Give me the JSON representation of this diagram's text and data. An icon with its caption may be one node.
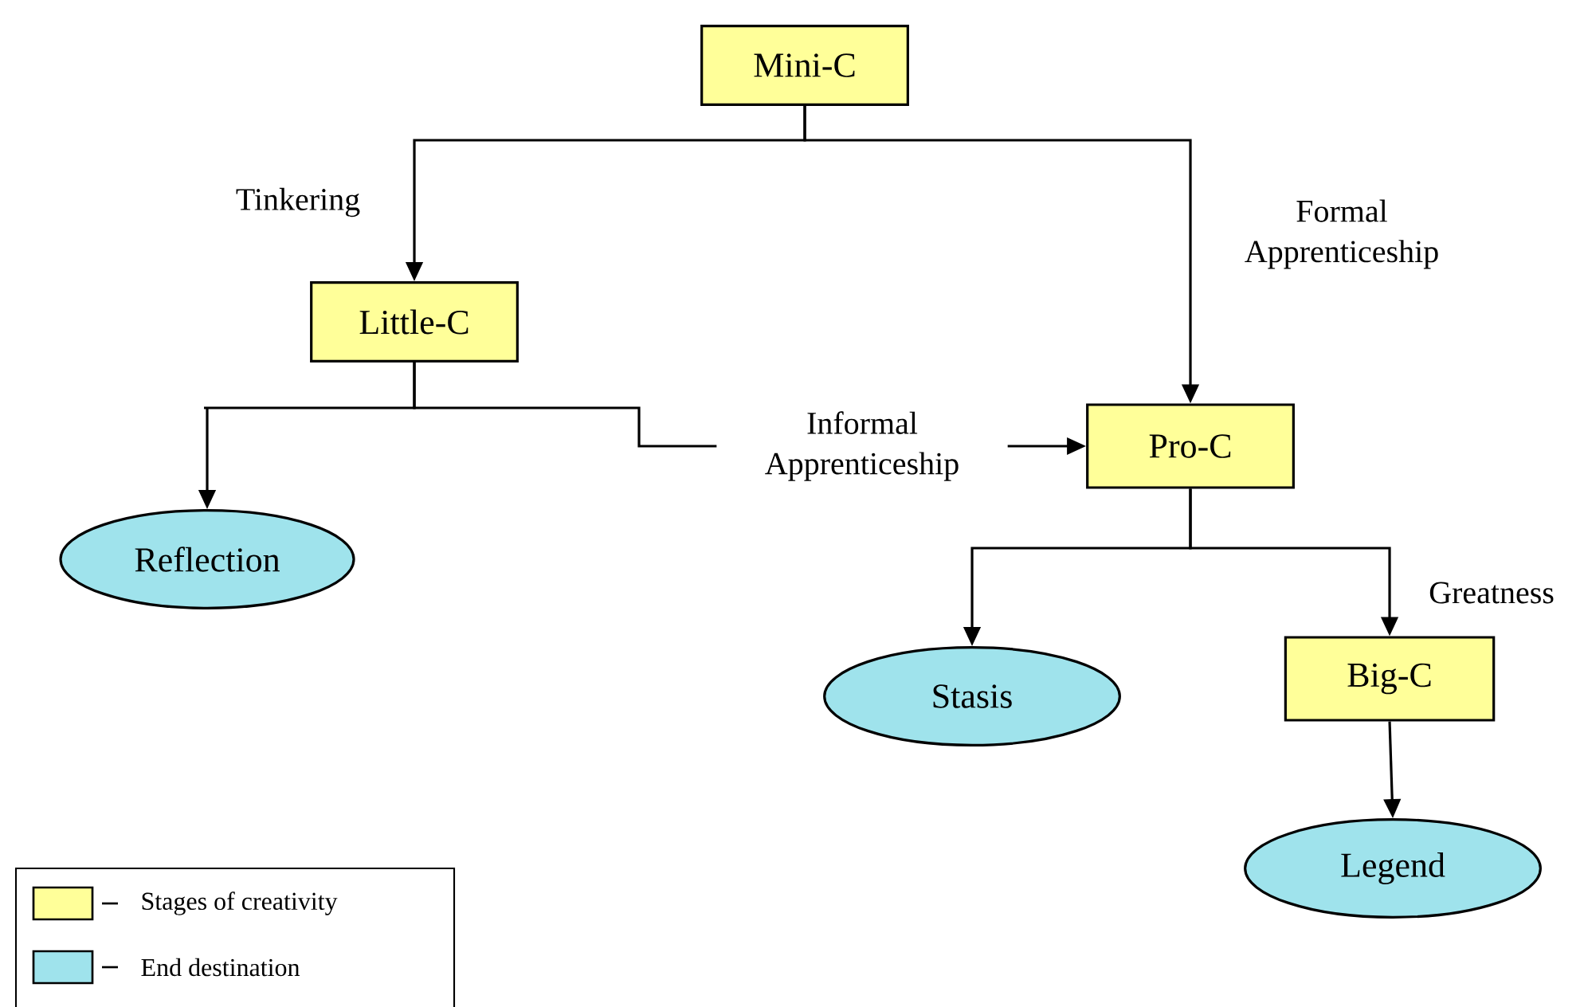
{
  "diagram": {
    "nodes": [
      {
        "text": [
          "Mini-C"
        ]
      },
      {
        "text": [
          "Little-C"
        ]
      },
      {
        "text": [
          "Pro-C"
        ]
      },
      {
        "text": [
          "Reflection"
        ]
      },
      {
        "text": [
          "Stasis"
        ]
      },
      {
        "text": [
          "Big-C"
        ]
      },
      {
        "text": [
          "Legend"
        ]
      }
    ],
    "edges": [
      {
        "from": 0,
        "to": 1,
        "arrow": "to",
        "label": "Tinkering"
      },
      {
        "from": 0,
        "to": 2,
        "arrow": "to",
        "label": "Formal Apprenticeship"
      },
      {
        "from": 1,
        "to": 3,
        "arrow": "to"
      },
      {
        "from": 1,
        "to": 2,
        "arrow": "to",
        "label": "Informal Apprenticeship"
      },
      {
        "from": 2,
        "to": 4,
        "arrow": "to"
      },
      {
        "from": 2,
        "to": 5,
        "arrow": "to",
        "label": "Greatness"
      },
      {
        "from": 5,
        "to": 6,
        "arrow": "to"
      }
    ],
    "legend": [
      {
        "text": "Stages of creativity",
        "color": "#ffff99"
      },
      {
        "text": "End destination",
        "color": "#9fe3ec"
      }
    ]
  }
}
